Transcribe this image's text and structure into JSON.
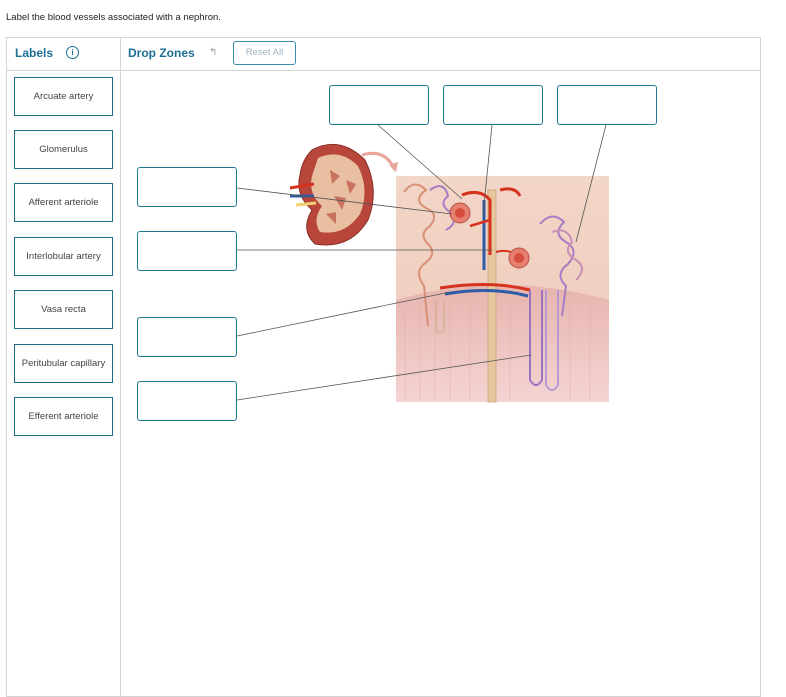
{
  "instruction": "Label the blood vessels associated with a nephron.",
  "labels_panel": {
    "title": "Labels",
    "info_icon": "info-circle-icon",
    "items": [
      {
        "label": "Arcuate artery"
      },
      {
        "label": "Glomerulus"
      },
      {
        "label": "Afferent arteriole"
      },
      {
        "label": "Interlobular artery"
      },
      {
        "label": "Vasa recta"
      },
      {
        "label": "Peritubular capillary"
      },
      {
        "label": "Efferent arteriole"
      }
    ]
  },
  "drop_zones_panel": {
    "title": "Drop Zones",
    "undo_icon": "undo-arrow-icon",
    "reset_label": "Reset All"
  },
  "colors": {
    "accent": "#1d6f95",
    "card_border": "#1e6e8a",
    "dropzone_border": "#1f7a92",
    "panel_border": "#d4d4d4"
  }
}
